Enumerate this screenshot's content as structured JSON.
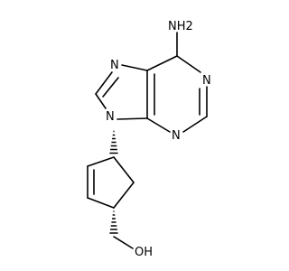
{
  "molecule": {
    "atoms": {
      "amine": "NH2",
      "n1": "N",
      "n3": "N",
      "n7": "N",
      "n9": "N",
      "hydroxyl": "OH"
    },
    "colors": {
      "bond": "#000000",
      "label": "#000000",
      "background": "#ffffff"
    }
  }
}
